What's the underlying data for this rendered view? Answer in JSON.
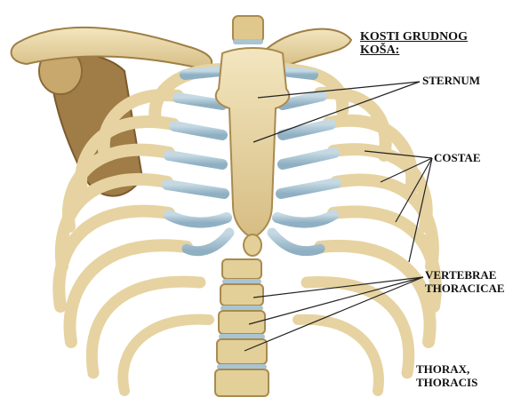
{
  "title": {
    "line1": "KOSTI GRUDNOG",
    "line2": "KOŠA:"
  },
  "labels": {
    "sternum": "STERNUM",
    "costae": "COSTAE",
    "vertebrae_line1": "VERTEBRAE",
    "vertebrae_line2": "THORACICAE",
    "thorax_line1": "THORAX,",
    "thorax_line2": "THORACIS"
  },
  "colors": {
    "bone": "#e8d7a6",
    "bone_shadow": "#b89a5c",
    "cartilage": "#a9c4d2",
    "scapula": "#9c7a45",
    "leader": "#222222"
  }
}
